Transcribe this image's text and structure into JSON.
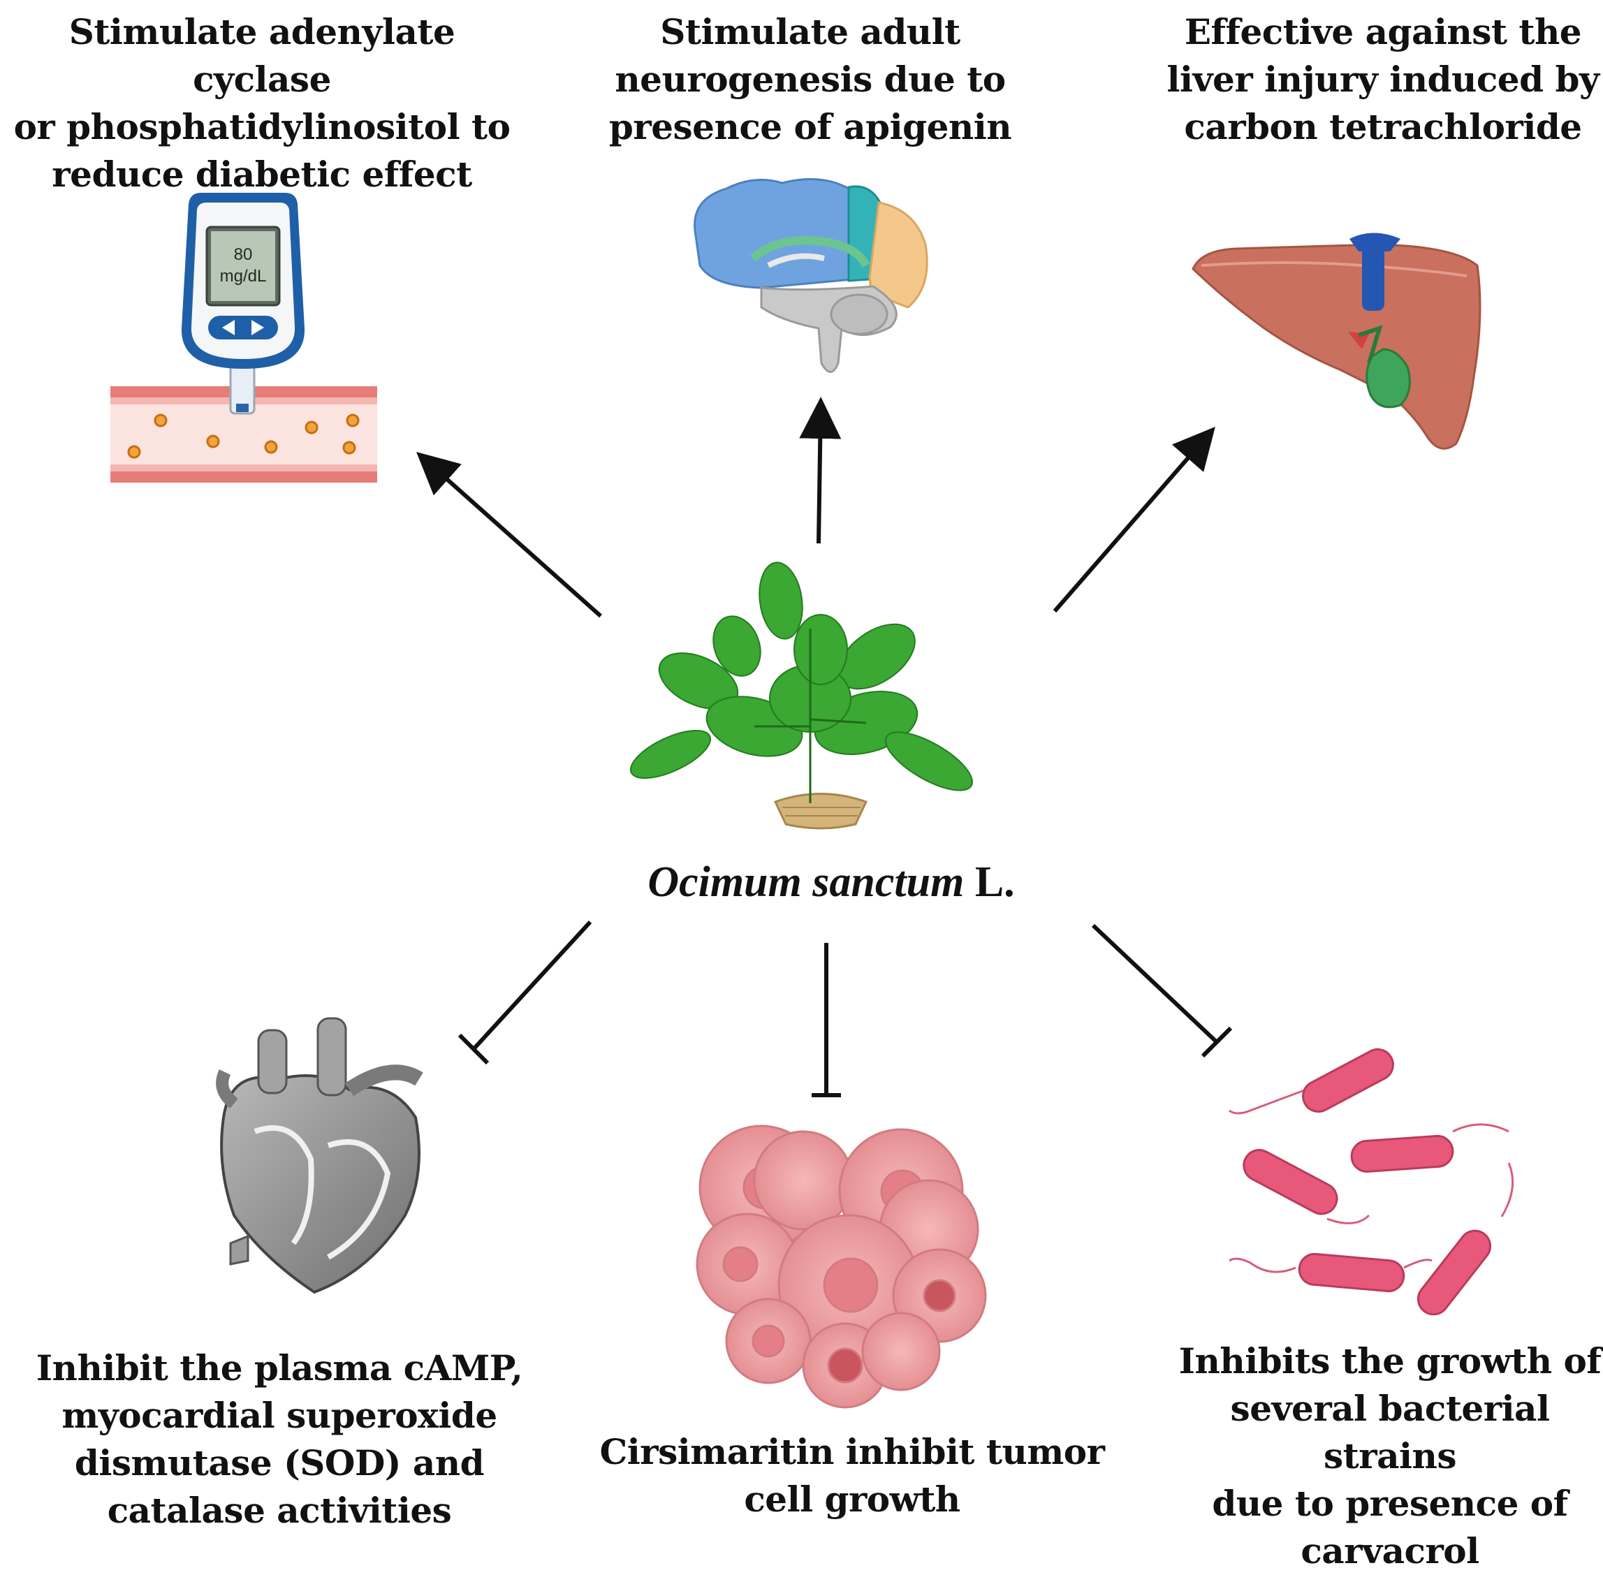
{
  "effects": {
    "diabetes": "Stimulate adenylate cyclase\nor phosphatidylinositol to\nreduce diabetic effect",
    "neuro": "Stimulate adult\nneurogenesis due to\npresence of apigenin",
    "liver": "Effective against the\nliver injury induced by\ncarbon tetrachloride",
    "heart": "Inhibit the plasma cAMP,\nmyocardial superoxide\ndismutase (SOD) and\ncatalase activities",
    "tumor": "Cirsimaritin inhibit tumor\ncell growth",
    "bacteria": "Inhibits the growth of\nseveral bacterial strains\ndue to presence of\ncarvacrol"
  },
  "center": {
    "genus_species": "Ocimum sanctum",
    "authority": " L."
  },
  "glucometer": {
    "reading": "80",
    "unit": "mg/dL"
  },
  "icons": {
    "glucometer": "glucometer-icon",
    "brain": "brain-icon",
    "liver": "liver-icon",
    "basil": "basil-plant-icon",
    "heart": "heart-icon",
    "tumor": "tumor-cells-icon",
    "bacteria": "bacteria-icon"
  },
  "colors": {
    "arrow": "#111111",
    "leaf": "#3aa832",
    "liver": "#c9705f",
    "cells": "#f0a0a0",
    "bacteria": "#e8587a"
  }
}
